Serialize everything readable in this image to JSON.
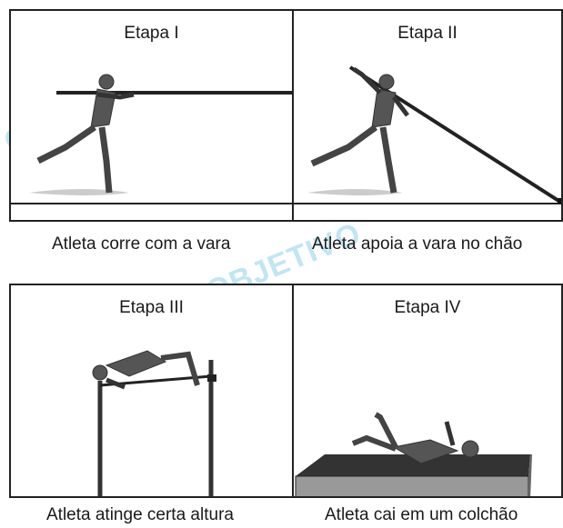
{
  "stages": [
    {
      "title": "Etapa I",
      "caption": "Atleta corre com a vara"
    },
    {
      "title": "Etapa II",
      "caption": "Atleta apoia a vara no chão"
    },
    {
      "title": "Etapa III",
      "caption": "Atleta atinge certa altura"
    },
    {
      "title": "Etapa IV",
      "caption": "Atleta cai em um colchão"
    }
  ],
  "watermark": "OBJETIVO",
  "colors": {
    "border": "#222222",
    "figure": "#555555",
    "watermark": "#8fd3ea",
    "mat_top": "#333333",
    "mat_side": "#999999"
  }
}
